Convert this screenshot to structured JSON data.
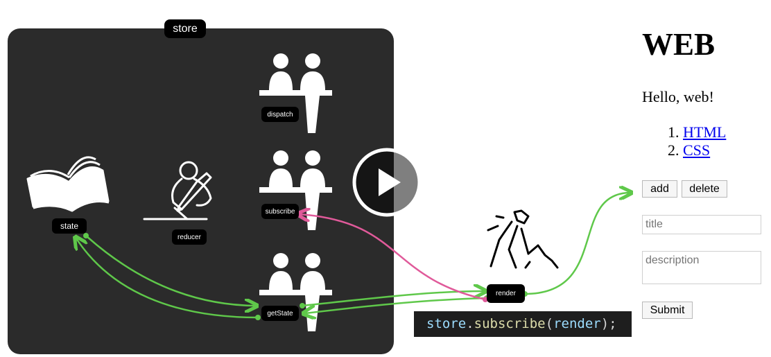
{
  "diagram": {
    "store_label": "store",
    "labels": {
      "dispatch": "dispatch",
      "subscribe": "subscribe",
      "getState": "getState",
      "state": "state",
      "reducer": "reducer",
      "render": "render"
    },
    "code": {
      "obj": "store",
      "dot": ".",
      "fn": "subscribe",
      "open": "(",
      "arg": "render",
      "close": ");"
    },
    "colors": {
      "store_bg": "#2b2b2b",
      "arrow_green": "#5fc84a",
      "arrow_pink": "#e05a9a",
      "pill_bg": "#000000"
    }
  },
  "web": {
    "title": "WEB",
    "hello": "Hello, web!",
    "links": [
      "HTML",
      "CSS"
    ],
    "add_label": "add",
    "delete_label": "delete",
    "title_placeholder": "title",
    "description_placeholder": "description",
    "submit_label": "Submit"
  },
  "player": {
    "icon": "play-icon"
  }
}
